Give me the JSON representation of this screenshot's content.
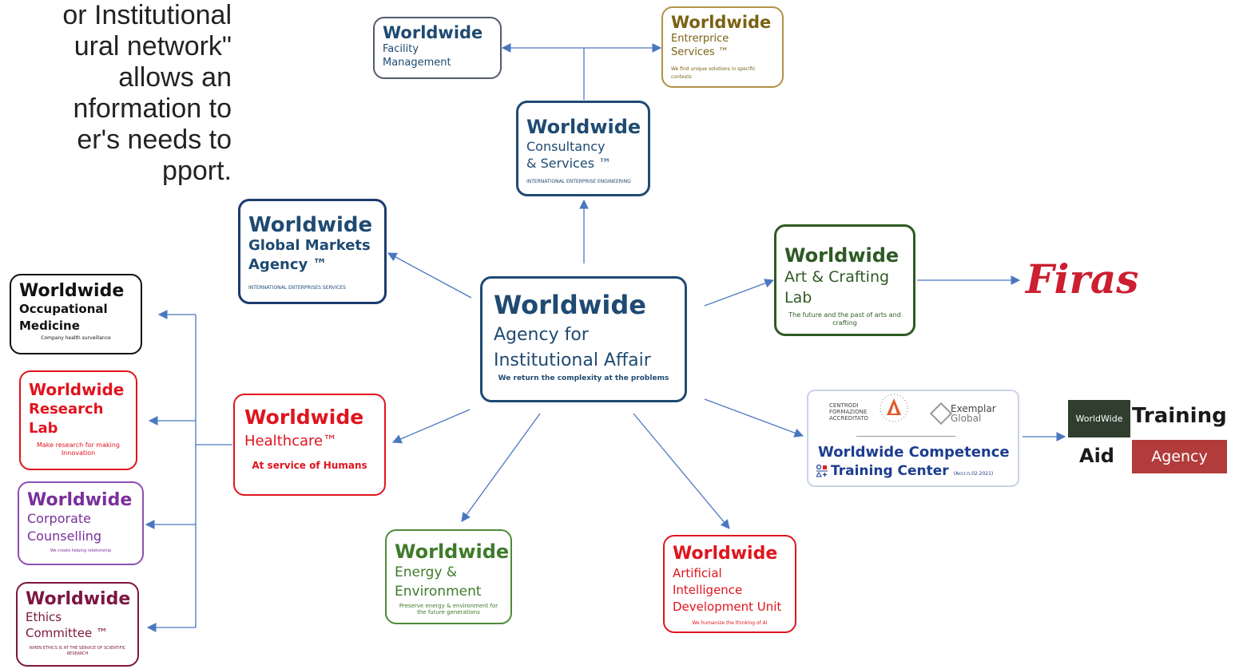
{
  "intro_text": {
    "line1": "or Institutional",
    "line2": "ural    network\"",
    "line3": "allows       an",
    "line4": "nformation     to",
    "line5": "er's   needs   to",
    "line6": "pport."
  },
  "center": {
    "title": "Worldwide",
    "line1": "Agency for",
    "line2": "Institutional Affair",
    "tagline": "We return the complexity at the problems"
  },
  "facility": {
    "title": "Worldwide",
    "line1": "Facility",
    "line2": "Management"
  },
  "enterprise": {
    "title": "Worldwide",
    "line1": "Entrerprice",
    "line2": "Services ™",
    "tagline": "We find unique solutions in specific contexts"
  },
  "consultancy": {
    "title": "Worldwide",
    "line1": "Consultancy",
    "line2": "& Services ™",
    "tagline": "INTERNATIONAL ENTERPRISE ENGINEERING"
  },
  "global_markets": {
    "title": "Worldwide",
    "line1": "Global Markets",
    "line2": "Agency ™",
    "tagline": "INTERNATIONAL ENTERPRISES SERVICES"
  },
  "art_crafting": {
    "title": "Worldwide",
    "line1": "Art & Crafting",
    "line2": "Lab",
    "tagline": "The future and the past of arts and crafting"
  },
  "firas": {
    "logo": "Firas"
  },
  "competence": {
    "centri": "CENTRODI FORMAZIONE ACCREDITATO",
    "exemplar": "Exemplar",
    "global": "Global",
    "line1": "Worldwide Competence",
    "line2": "Training Center",
    "accr": "(Accr.n.02.2021)"
  },
  "training_aid": {
    "worldwide": "WorldWide",
    "training": "Training",
    "aid": "Aid",
    "agency": "Agency"
  },
  "healthcare": {
    "title": "Worldwide",
    "line1": "Healthcare™",
    "tagline": "At service of Humans"
  },
  "energy": {
    "title": "Worldwide",
    "line1": "Energy &",
    "line2": "Environment",
    "tagline": "Preserve energy & environment for the future generations"
  },
  "ai": {
    "title": "Worldwide",
    "line1": "Artificial",
    "line2": "Intelligence",
    "line3": "Development Unit",
    "tagline": "We humanize the thinking of AI"
  },
  "occupational": {
    "title": "Worldwide",
    "line1": "Occupational",
    "line2": "Medicine",
    "tagline": "Company health surveillance"
  },
  "research": {
    "title": "Worldwide",
    "line1": "Research",
    "line2": "Lab",
    "tagline": "Make research for making Innovation"
  },
  "corporate": {
    "title": "Worldwide",
    "line1": "Corporate",
    "line2": "Counselling",
    "tagline": "We create helping relationship"
  },
  "ethics": {
    "title": "Worldwide",
    "line1": "Ethics",
    "line2": "Committee ™",
    "tagline": "WHEN ETHICS IS AT THE SERVICE OF SCIENTIFIC RESEARCH"
  },
  "colors": {
    "navy": "#1f4a72",
    "dark_navy": "#1c3a6e",
    "olive": "#7a6214",
    "green": "#2e5a24",
    "red": "#e0141e",
    "purple": "#7a2f9a",
    "maroon": "#7c1640",
    "arrow": "#4a78c0",
    "firas": "#cc1f31"
  }
}
